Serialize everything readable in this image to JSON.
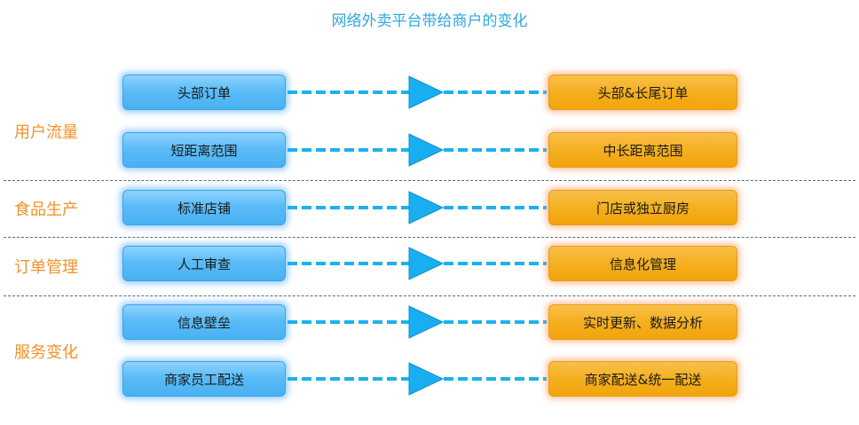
{
  "title": "网络外卖平台带给商户的变化",
  "categories": [
    {
      "label": "用户流量"
    },
    {
      "label": "食品生产"
    },
    {
      "label": "订单管理"
    },
    {
      "label": "服务变化"
    }
  ],
  "rows": [
    {
      "from": "头部订单",
      "to": "头部&长尾订单"
    },
    {
      "from": "短距离范围",
      "to": "中长距离范围"
    },
    {
      "from": "标准店铺",
      "to": "门店或独立厨房"
    },
    {
      "from": "人工审查",
      "to": "信息化管理"
    },
    {
      "from": "信息壁垒",
      "to": "实时更新、数据分析"
    },
    {
      "from": "商家员工配送",
      "to": "商家配送&统一配送"
    }
  ],
  "colors": {
    "title": "#2ea7e0",
    "category": "#f0932b",
    "left_box": "#5bbcf7",
    "right_box": "#f4ae1c",
    "connector": "#19b2ee"
  }
}
